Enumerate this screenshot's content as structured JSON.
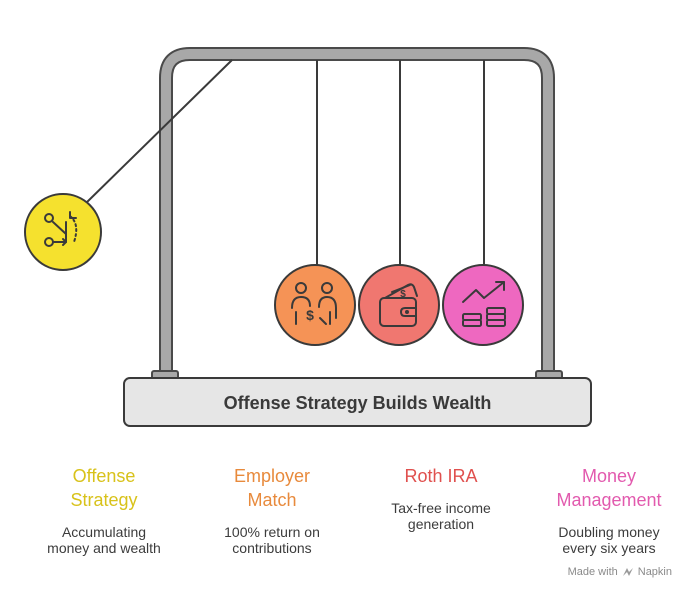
{
  "title": "Offense Strategy Builds Wealth",
  "colors": {
    "yellow": "#f5e12e",
    "orange": "#f59356",
    "red": "#f07770",
    "pink": "#ee68c0",
    "frame": "#a6a6a6",
    "base": "#e6e6e6"
  },
  "balls": [
    {
      "name": "offense-strategy",
      "icon": "split-arrows-icon"
    },
    {
      "name": "employer-match",
      "icon": "people-exchange-icon"
    },
    {
      "name": "roth-ira",
      "icon": "wallet-icon"
    },
    {
      "name": "money-management",
      "icon": "growth-chart-icon"
    }
  ],
  "columns": [
    {
      "title": "Offense\nStrategy",
      "description": "Accumulating\nmoney and wealth",
      "color": "#d8c21a"
    },
    {
      "title": "Employer\nMatch",
      "description": "100% return on\ncontributions",
      "color": "#e88a3c"
    },
    {
      "title": "Roth IRA",
      "description": "Tax-free income\ngeneration",
      "color": "#e0504e"
    },
    {
      "title": "Money\nManagement",
      "description": "Doubling money\nevery six years",
      "color": "#e25aae"
    }
  ],
  "footer": {
    "text": "Made with",
    "brand": "Napkin"
  }
}
